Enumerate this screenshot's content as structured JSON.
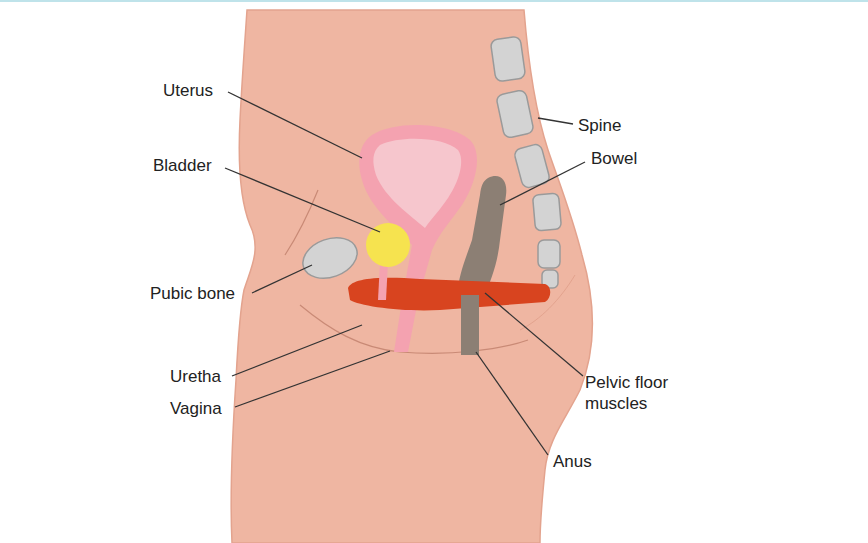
{
  "diagram": {
    "labels": [
      "Uterus",
      "Bladder",
      "Pubic bone",
      "Uretha",
      "Vagina",
      "Spine",
      "Bowel",
      "Pelvic floor muscles",
      "Anus"
    ]
  }
}
